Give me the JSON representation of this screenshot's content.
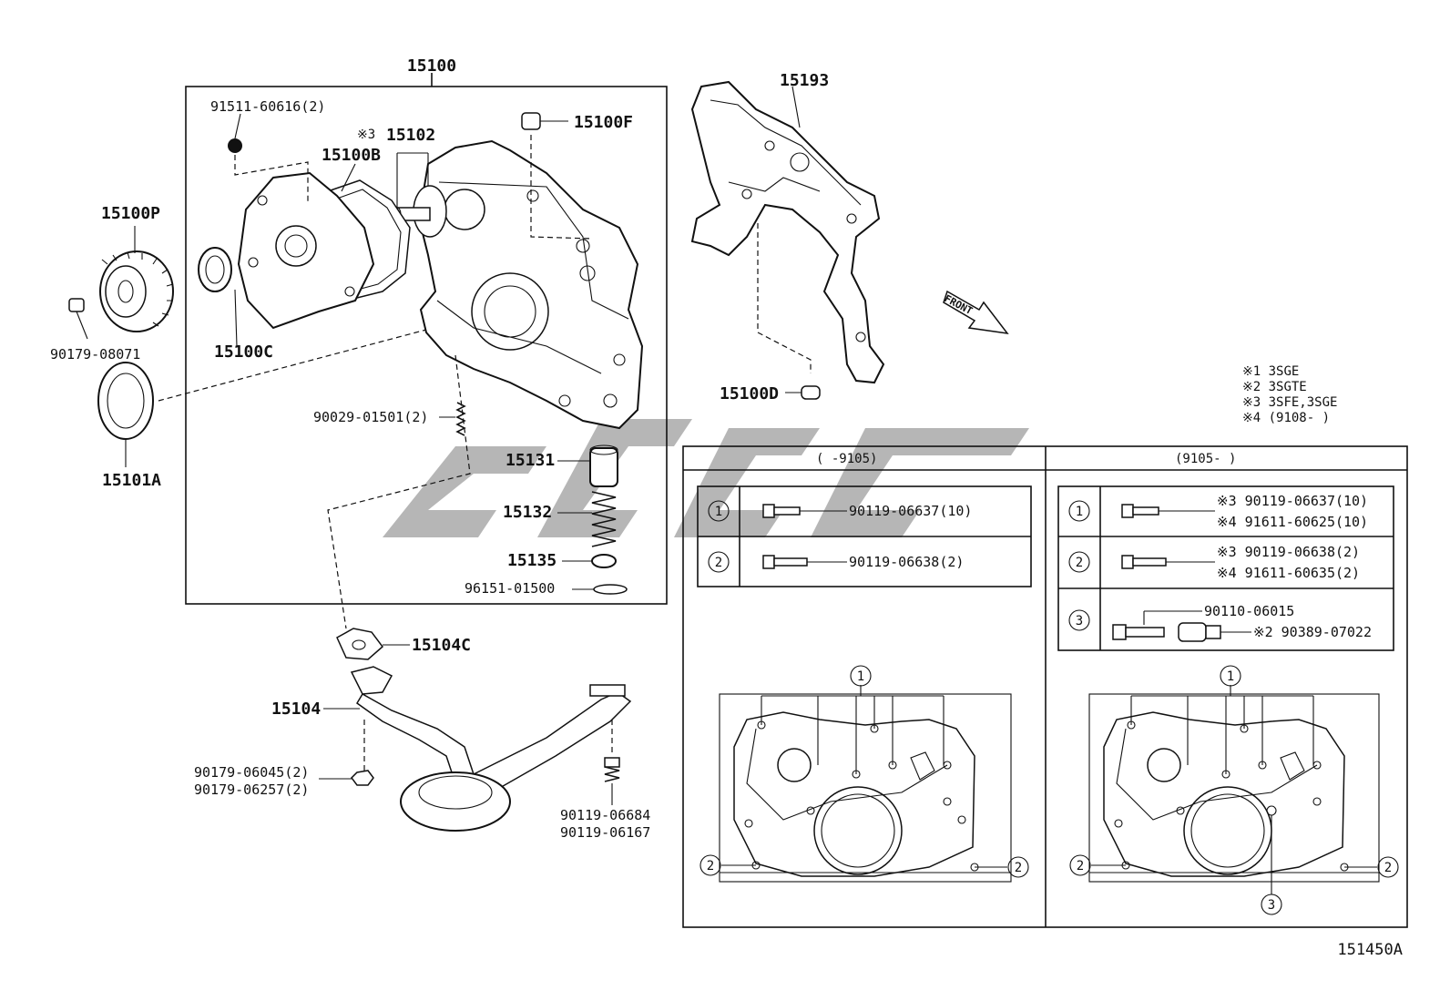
{
  "assembly_label": "15100",
  "catalog_code": "151450A",
  "front_label": "FRONT",
  "parts": {
    "p91511": "91511-60616(2)",
    "p15100F": "15100F",
    "p15102_mark": "※3",
    "p15102": "15102",
    "p15100B": "15100B",
    "p15100P": "15100P",
    "p90179_08071": "90179-08071",
    "p15100C": "15100C",
    "p15101A": "15101A",
    "p90029": "90029-01501(2)",
    "p15131": "15131",
    "p15132": "15132",
    "p15135": "15135",
    "p96151": "96151-01500",
    "p15104C": "15104C",
    "p15104": "15104",
    "p90179_06045": "90179-06045(2)",
    "p90179_06257": "90179-06257(2)",
    "p90119_06684": "90119-06684",
    "p90119_06167": "90119-06167",
    "p15193": "15193",
    "p15100D": "15100D"
  },
  "notes": [
    "※1 3SGE",
    "※2 3SGTE",
    "※3 3SFE,3SGE",
    "※4 (9108-      )"
  ],
  "table": {
    "left_header": "(     -9105)",
    "right_header": "(9105-     )",
    "left_rows": [
      {
        "num": "1",
        "part": "90119-06637(10)"
      },
      {
        "num": "2",
        "part": "90119-06638(2)"
      }
    ],
    "right_rows": [
      {
        "num": "1",
        "line1": "※3 90119-06637(10)",
        "line2": "※4 91611-60625(10)"
      },
      {
        "num": "2",
        "line1": "※3 90119-06638(2)",
        "line2": "※4 91611-60635(2)"
      },
      {
        "num": "3",
        "line1": "90110-06015",
        "line2": "※2 90389-07022"
      }
    ],
    "callouts": {
      "one": "1",
      "two": "2",
      "three": "3"
    }
  }
}
